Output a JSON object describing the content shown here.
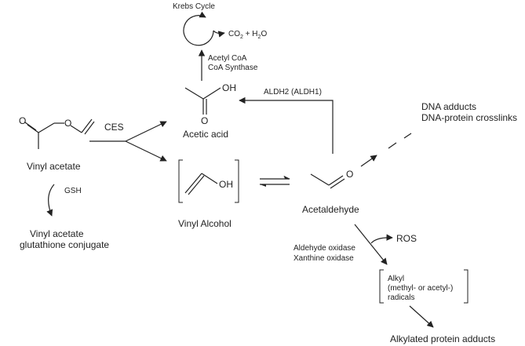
{
  "krebs": {
    "title": "Krebs Cycle",
    "product_co2": "CO",
    "product_co2_sub": "2",
    "product_plus_h": " + H",
    "product_h_sub": "2",
    "product_o": "O"
  },
  "enzymes": {
    "acetyl_coa_1": "Acetyl CoA",
    "acetyl_coa_2": "CoA Synthase",
    "aldh": "ALDH2 (ALDH1)",
    "ces": "CES",
    "gsh": "GSH",
    "oxidase_1": "Aldehyde oxidase",
    "oxidase_2": "Xanthine oxidase"
  },
  "compounds": {
    "vinyl_acetate": {
      "label": "Vinyl acetate",
      "color": "#c0392b"
    },
    "acetic_acid": "Acetic acid",
    "vinyl_alcohol": "Vinyl Alcohol",
    "acetaldehyde": "Acetaldehyde",
    "conjugate_1": "Vinyl acetate",
    "conjugate_2": "glutathione conjugate"
  },
  "atoms": {
    "O": "O",
    "OH": "OH"
  },
  "products": {
    "dna_adducts": "DNA adducts",
    "dna_crosslinks": "DNA-protein crosslinks",
    "ros": "ROS",
    "alkyl_1": "Alkyl",
    "alkyl_2": "(methyl- or acetyl-)",
    "alkyl_3": "radicals",
    "protein_adducts": "Alkylated protein adducts"
  }
}
